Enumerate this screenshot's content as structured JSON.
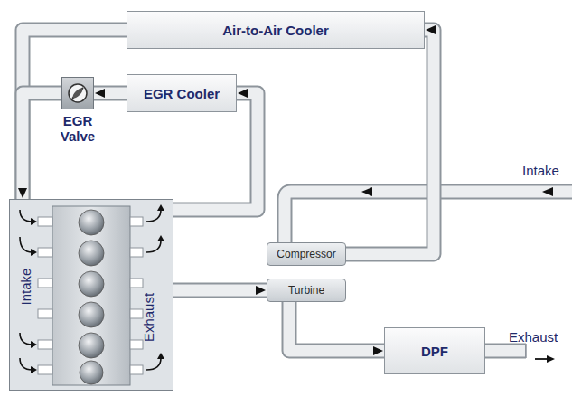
{
  "diagram": {
    "nodes": [
      {
        "text": [
          "Air-to-Air Cooler"
        ]
      },
      {
        "text": [
          "EGR Cooler"
        ]
      },
      {
        "text": [
          "EGR Valve"
        ]
      },
      {
        "text": [
          "Intake",
          "Exhaust"
        ]
      },
      {
        "text": [
          "Compressor"
        ]
      },
      {
        "text": [
          "Turbine"
        ]
      },
      {
        "text": [
          "DPF"
        ]
      }
    ],
    "edges": [
      {
        "from": 4,
        "to": 0,
        "arrow": "to"
      },
      {
        "from": 0,
        "to": 3,
        "arrow": "to"
      },
      {
        "from": 3,
        "to": 1,
        "arrow": "to"
      },
      {
        "from": 1,
        "to": 2,
        "arrow": "to"
      },
      {
        "from": 2,
        "to": 3,
        "arrow": "to"
      },
      {
        "from": 3,
        "to": 5,
        "arrow": "to"
      },
      {
        "from": 5,
        "to": 6,
        "arrow": "to"
      }
    ],
    "labels": [
      "Intake",
      "Exhaust"
    ]
  }
}
